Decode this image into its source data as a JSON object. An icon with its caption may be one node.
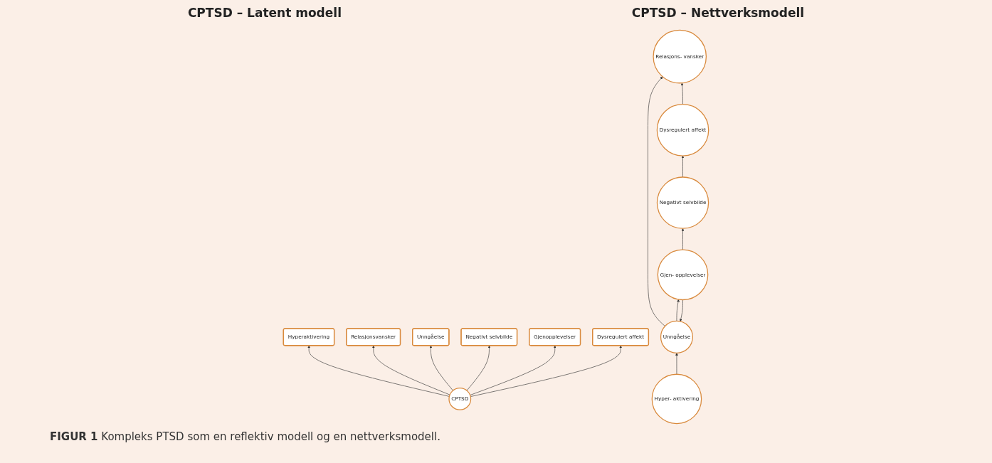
{
  "diagram": {
    "caption": "**FIGUR 1** Kompleks PTSD som en reflektiv modell og en nettverksmodell.",
    "nodes": [
      {
        "text": [
          "Hyperaktivering"
        ]
      },
      {
        "text": [
          "Relasjonsvansker"
        ]
      },
      {
        "text": [
          "Unngåelse"
        ]
      },
      {
        "text": [
          "Negativt selvbilde"
        ]
      },
      {
        "text": [
          "Gjenopplevelser"
        ]
      },
      {
        "text": [
          "Dysregulert affekt"
        ]
      },
      {
        "text": [
          "CPTSD"
        ]
      },
      {
        "text": [
          "Unngåelse"
        ]
      },
      {
        "text": [
          "Relasjons- vansker"
        ]
      },
      {
        "text": [
          "Gjen- opplevelser"
        ]
      },
      {
        "text": [
          "Hyper- aktivering"
        ]
      },
      {
        "text": [
          "Negativt selvbilde"
        ]
      },
      {
        "text": [
          "Dysregulert affekt"
        ]
      }
    ],
    "edges": [
      {
        "from": 6,
        "to": 0,
        "arrow": "to"
      },
      {
        "from": 6,
        "to": 1,
        "arrow": "to"
      },
      {
        "from": 6,
        "to": 2,
        "arrow": "to"
      },
      {
        "from": 6,
        "to": 3,
        "arrow": "to"
      },
      {
        "from": 6,
        "to": 4,
        "arrow": "to"
      },
      {
        "from": 6,
        "to": 5,
        "arrow": "to"
      },
      {
        "from": 7,
        "to": 8,
        "arrow": "to"
      },
      {
        "from": 7,
        "to": 9,
        "arrow": "to"
      },
      {
        "from": 9,
        "to": 7,
        "arrow": "to"
      },
      {
        "from": 10,
        "to": 7,
        "arrow": "to"
      },
      {
        "from": 9,
        "to": 11,
        "arrow": "to"
      },
      {
        "from": 11,
        "to": 12,
        "arrow": "to"
      },
      {
        "from": 12,
        "to": 8,
        "arrow": "to"
      }
    ],
    "labels": [
      "CPTSD – Latent modell",
      "CPTSD – Nettverksmodell"
    ]
  }
}
